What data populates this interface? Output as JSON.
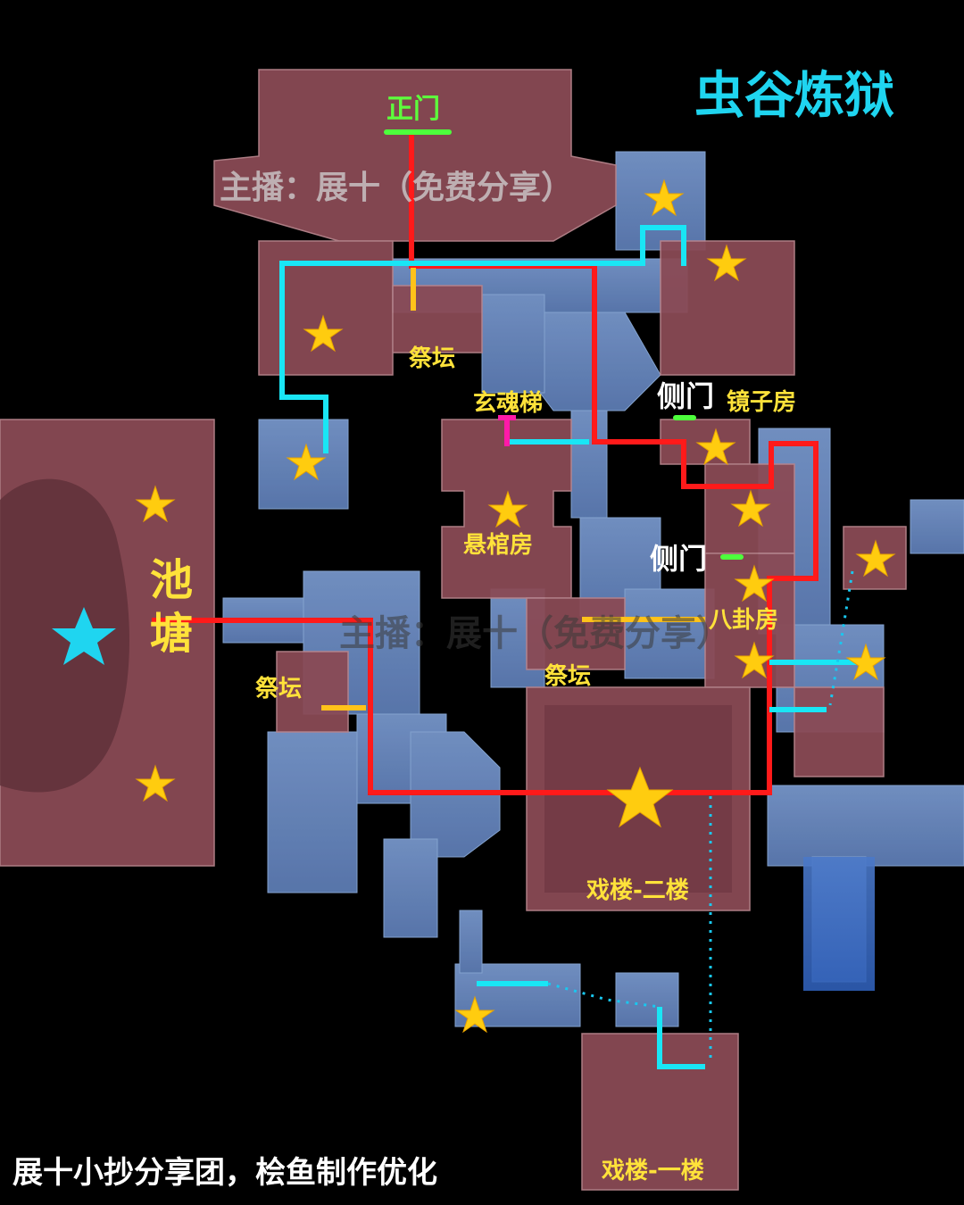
{
  "title": "虫谷炼狱",
  "streamer_watermark": "主播：展十（免费分享）",
  "center_watermark": "主播：展十（免费分享）",
  "credit": "展十小抄分享团，桧鱼制作优化",
  "labels": {
    "main_gate": "正门",
    "altar_top": "祭坛",
    "altar_left": "祭坛",
    "altar_center": "祭坛",
    "soul_ladder": "玄魂梯",
    "side_gate_1": "侧门",
    "side_gate_2": "侧门",
    "mirror_room": "镜子房",
    "coffin_room": "悬棺房",
    "bagua_room": "八卦房",
    "pool": "池塘",
    "theater_2f": "戏楼-二楼",
    "theater_1f": "戏楼-一楼"
  },
  "colors": {
    "route_main": "#ff1a1a",
    "route_alt": "#19e6f5",
    "route_dotted": "#19c8f0",
    "altar_marker": "#ffc21a",
    "door_marker": "#4dff3c",
    "ladder_marker": "#ff1aa8",
    "star": "#ffcc0f",
    "boss_star": "#1fd5f0",
    "room": "#8a4a55",
    "corridor": "#6f8fc8"
  },
  "icons": {
    "collectible": "star-icon",
    "player_start": "cyan-star-icon"
  }
}
